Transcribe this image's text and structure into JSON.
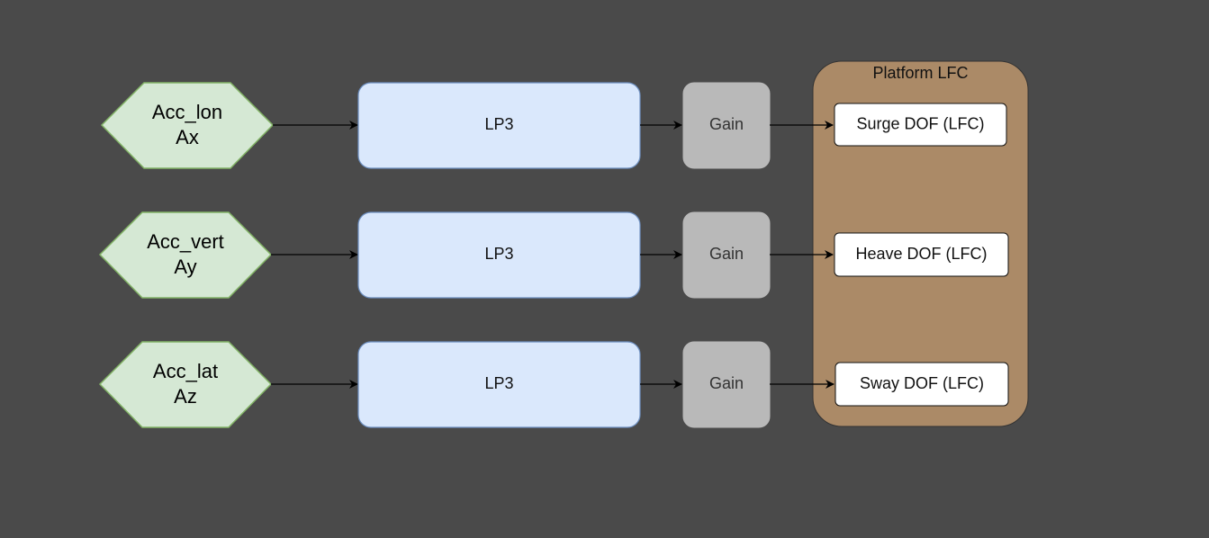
{
  "diagram": {
    "container": {
      "title": "Platform LFC"
    },
    "rows": [
      {
        "input_line1": "Acc_lon",
        "input_line2": "Ax",
        "filter": "LP3",
        "gain": "Gain",
        "output": "Surge DOF (LFC)"
      },
      {
        "input_line1": "Acc_vert",
        "input_line2": "Ay",
        "filter": "LP3",
        "gain": "Gain",
        "output": "Heave DOF (LFC)"
      },
      {
        "input_line1": "Acc_lat",
        "input_line2": "Az",
        "filter": "LP3",
        "gain": "Gain",
        "output": "Sway DOF (LFC)"
      }
    ],
    "colors": {
      "background": "#4a4a4a",
      "input_fill": "#d5e8d4",
      "input_stroke": "#82b366",
      "filter_fill": "#dae8fc",
      "filter_stroke": "#6c8ebf",
      "gain_fill": "#b9b9b9",
      "container_fill": "#ab8a67",
      "output_fill": "#ffffff"
    }
  }
}
